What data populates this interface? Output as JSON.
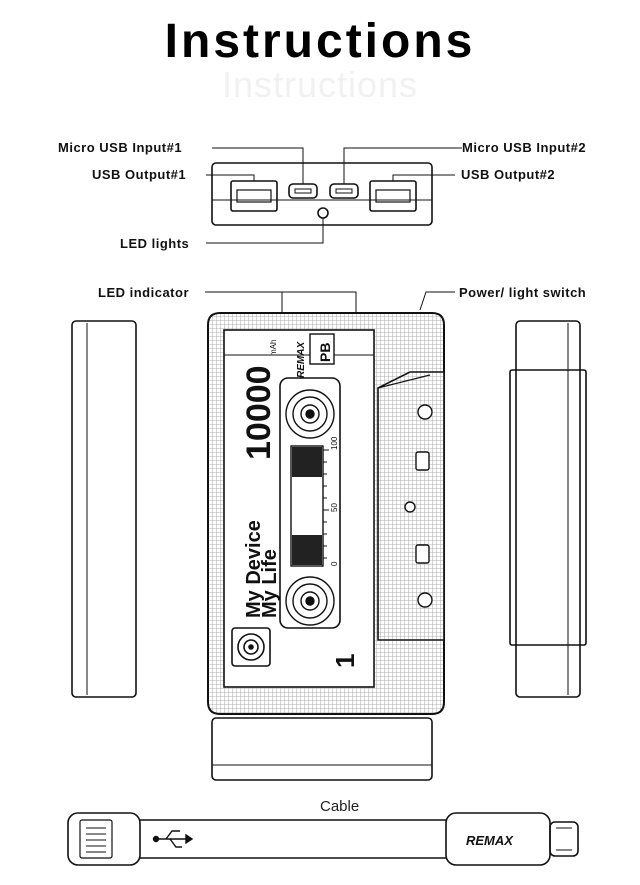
{
  "title": "Instructions",
  "ghost_title": "Instructions",
  "labels": {
    "micro_usb_input_1": "Micro USB Input#1",
    "micro_usb_input_2": "Micro USB Input#2",
    "usb_output_1": "USB Output#1",
    "usb_output_2": "USB Output#2",
    "led_lights": "LED lights",
    "led_indicator": "LED indicator",
    "power_light_switch": "Power/ light switch",
    "cable": "Cable"
  },
  "cassette": {
    "capacity": "10000",
    "capacity_unit": "mAh",
    "brand": "REMAX",
    "badge": "PB",
    "slogan_line1": "My Device",
    "slogan_line2": "My Life",
    "side": "1",
    "scale_100": "100",
    "scale_50": "50",
    "scale_0": "0"
  },
  "cable_brand": "REMAX",
  "colors": {
    "line": "#111111",
    "grid": "#9a9a9a",
    "panel": "#e6e6e6"
  },
  "icons": [
    "usb-port-icon",
    "micro-usb-port-icon",
    "led-light-icon",
    "usb-trident-icon",
    "tape-reel-icon",
    "speaker-icon"
  ]
}
